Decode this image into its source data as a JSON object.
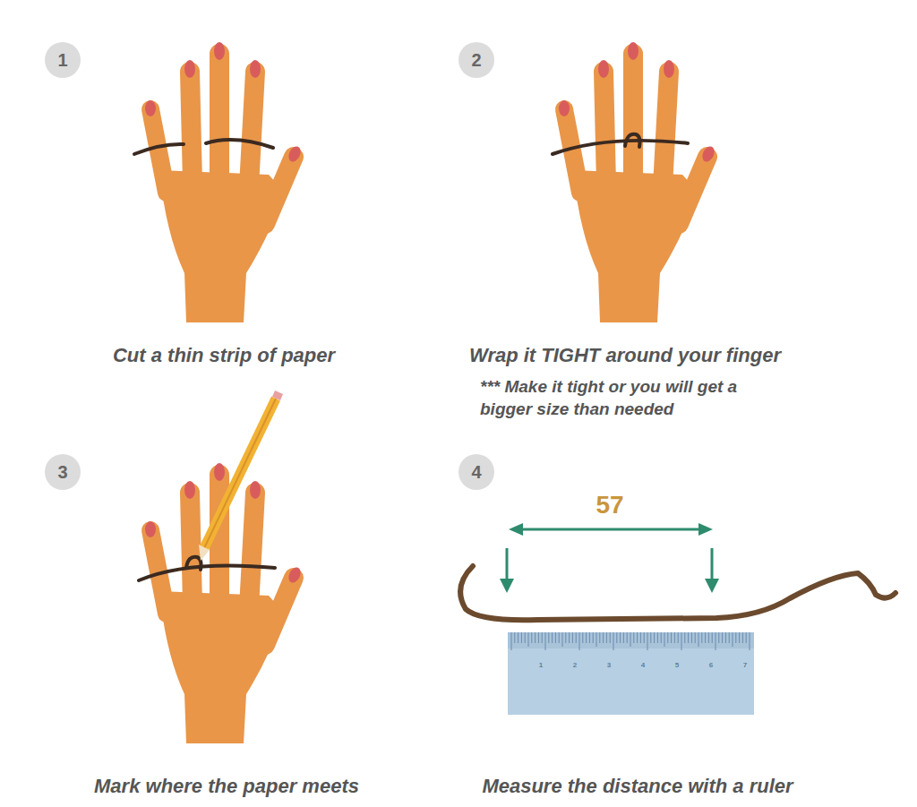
{
  "diagram": {
    "nodes": [
      {
        "text": [
          "1"
        ]
      },
      {
        "text": [
          "2"
        ]
      },
      {
        "text": [
          "3"
        ]
      },
      {
        "text": [
          "4"
        ]
      }
    ],
    "labels": [
      "Cut a thin strip of paper",
      "Wrap it TIGHT around your finger",
      "*** Make it tight or you will get a bigger size than needed",
      "Mark where the paper meets",
      "57",
      "1",
      "2",
      "3",
      "4",
      "5",
      "6",
      "7",
      "Measure the distance with a ruler"
    ]
  }
}
